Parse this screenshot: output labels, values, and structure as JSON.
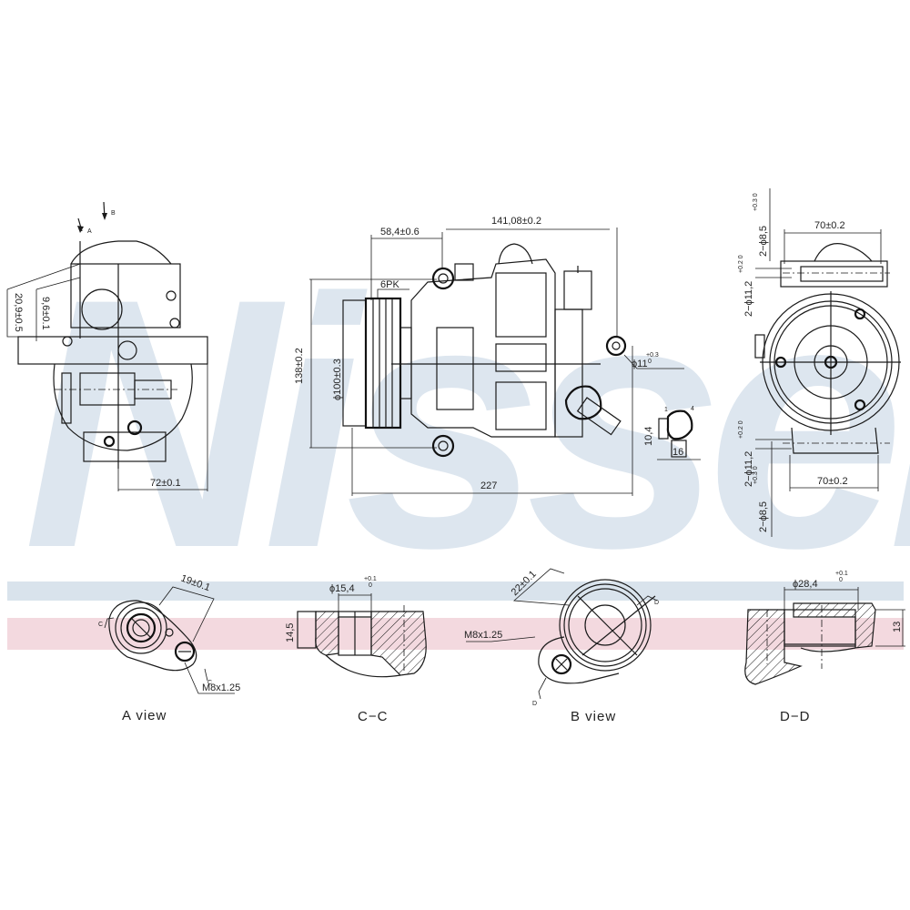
{
  "watermark": {
    "brand": "Nissens",
    "color": "#dde6ef"
  },
  "bands": {
    "blue_color": "#d9e3ec",
    "pink_color": "#f3d9df"
  },
  "views": {
    "side_view": {
      "arrow_a": "A",
      "arrow_b": "B",
      "dim_20_9": "20,9±0.5",
      "dim_9_6": "9,6±0.1",
      "dim_72": "72±0.1"
    },
    "front_view": {
      "dim_58_4": "58,4±0.6",
      "dim_141_08": "141,08±0.2",
      "dim_6pk": "6PK",
      "dim_138": "138±0.2",
      "dim_100": "ϕ100±0.3",
      "dim_11": "ϕ11",
      "dim_11_tol_up": "+0.3",
      "dim_11_tol_dn": "0",
      "dim_227": "227"
    },
    "connector_detail": {
      "dim_10_4": "10,4",
      "dim_16": "16",
      "pin_1": "1",
      "pin_4": "4"
    },
    "rear_view": {
      "dim_2_8_5_top": "2−ϕ8,5",
      "dim_2_8_5_top_tol": "+0.3 0",
      "dim_2_11_2_top": "2−ϕ11,2",
      "dim_2_11_2_top_tol": "+0.2 0",
      "dim_70_top": "70±0.2",
      "dim_2_11_2_bot": "2−ϕ11,2",
      "dim_2_11_2_bot_tol": "+0.2 0",
      "dim_2_8_5_bot": "2−ϕ8,5",
      "dim_2_8_5_bot_tol": "+0.3 0",
      "dim_70_bot": "70±0.2"
    }
  },
  "details": [
    {
      "id": "a-view",
      "label": "A  view",
      "dim_main": "19±0.1",
      "thread": "M8x1.25",
      "section_mark": "C"
    },
    {
      "id": "c-c",
      "label": "C−C",
      "dim_main": "ϕ15,4",
      "dim_tol_up": "+0.1",
      "dim_tol_dn": "0",
      "dim_height": "14,5"
    },
    {
      "id": "b-view",
      "label": "B  view",
      "dim_main": "22±0.1",
      "thread": "M8x1.25",
      "section_mark": "D"
    },
    {
      "id": "d-d",
      "label": "D−D",
      "dim_main": "ϕ28,4",
      "dim_tol_up": "+0.1",
      "dim_tol_dn": "0",
      "dim_height": "13"
    }
  ]
}
